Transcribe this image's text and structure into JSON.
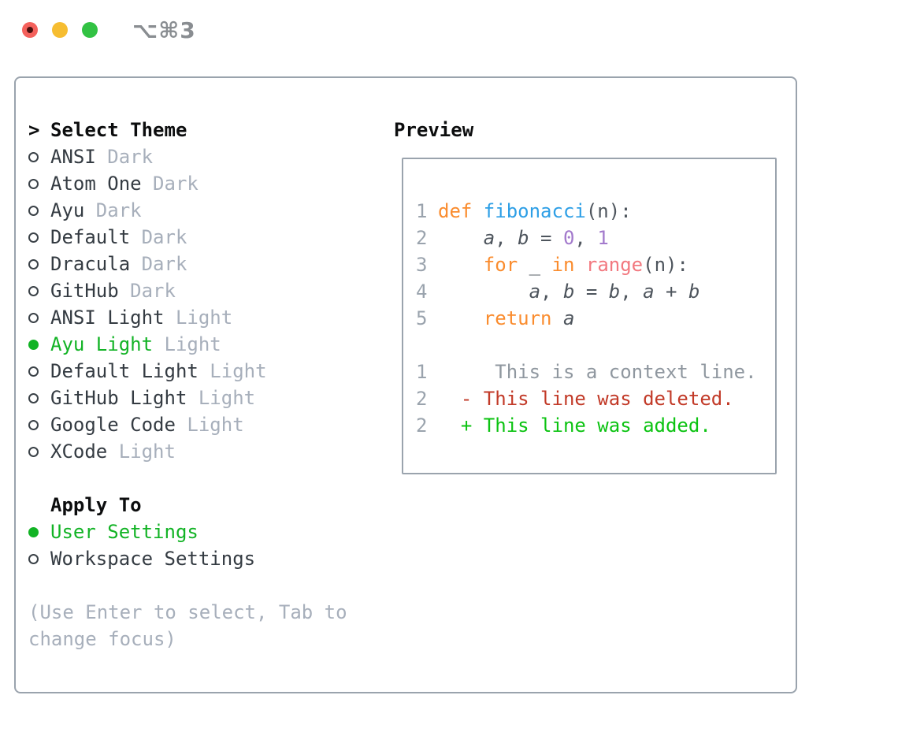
{
  "window": {
    "title": "⌥⌘3",
    "traffic_lights": [
      {
        "name": "close",
        "color": "#f4615c",
        "dot": "#4a100e"
      },
      {
        "name": "minimize",
        "color": "#f6bd31"
      },
      {
        "name": "zoom",
        "color": "#32c243"
      }
    ]
  },
  "colors": {
    "border": "#9aa3ad",
    "heading": "#0c0d0e",
    "item_text": "#343b42",
    "muted": "#a7afbb",
    "select_green": "#12b325",
    "lineno": "#9aa3ad",
    "code_fg": "#4e555d",
    "keyword": "#fa8c2e",
    "function": "#2e9fe6",
    "call": "#f2787f",
    "number": "#a37acc",
    "context": "#8f979f",
    "deleted": "#c23a28",
    "added": "#0cc312",
    "titlebar_text": "#898d91"
  },
  "theme_panel": {
    "prompt": ">",
    "title": "Select Theme",
    "themes": [
      {
        "name": "ANSI",
        "variant": "Dark",
        "selected": false
      },
      {
        "name": "Atom One",
        "variant": "Dark",
        "selected": false
      },
      {
        "name": "Ayu",
        "variant": "Dark",
        "selected": false
      },
      {
        "name": "Default",
        "variant": "Dark",
        "selected": false
      },
      {
        "name": "Dracula",
        "variant": "Dark",
        "selected": false
      },
      {
        "name": "GitHub",
        "variant": "Dark",
        "selected": false
      },
      {
        "name": "ANSI Light",
        "variant": "Light",
        "selected": false
      },
      {
        "name": "Ayu Light",
        "variant": "Light",
        "selected": true
      },
      {
        "name": "Default Light",
        "variant": "Light",
        "selected": false
      },
      {
        "name": "GitHub Light",
        "variant": "Light",
        "selected": false
      },
      {
        "name": "Google Code",
        "variant": "Light",
        "selected": false
      },
      {
        "name": "XCode",
        "variant": "Light",
        "selected": false
      }
    ],
    "apply_to": {
      "title": "Apply To",
      "options": [
        {
          "label": "User Settings",
          "selected": true
        },
        {
          "label": "Workspace Settings",
          "selected": false
        }
      ]
    },
    "help": "(Use Enter to select, Tab to change focus)"
  },
  "preview": {
    "title": "Preview",
    "code_lines": [
      {
        "no": "1",
        "tokens": [
          {
            "c": "kw",
            "t": "def "
          },
          {
            "c": "fn",
            "t": "fibonacci"
          },
          {
            "c": "fg",
            "t": "(n):"
          }
        ]
      },
      {
        "no": "2",
        "tokens": [
          {
            "c": "fg",
            "t": "    "
          },
          {
            "c": "var",
            "t": "a"
          },
          {
            "c": "fg",
            "t": ", "
          },
          {
            "c": "var",
            "t": "b"
          },
          {
            "c": "fg",
            "t": " = "
          },
          {
            "c": "num",
            "t": "0"
          },
          {
            "c": "fg",
            "t": ", "
          },
          {
            "c": "num",
            "t": "1"
          }
        ]
      },
      {
        "no": "3",
        "tokens": [
          {
            "c": "fg",
            "t": "    "
          },
          {
            "c": "kw",
            "t": "for"
          },
          {
            "c": "fg",
            "t": " _ "
          },
          {
            "c": "kw",
            "t": "in"
          },
          {
            "c": "fg",
            "t": " "
          },
          {
            "c": "call",
            "t": "range"
          },
          {
            "c": "fg",
            "t": "(n):"
          }
        ]
      },
      {
        "no": "4",
        "tokens": [
          {
            "c": "fg",
            "t": "        "
          },
          {
            "c": "var",
            "t": "a"
          },
          {
            "c": "fg",
            "t": ", "
          },
          {
            "c": "var",
            "t": "b"
          },
          {
            "c": "fg",
            "t": " = "
          },
          {
            "c": "var",
            "t": "b"
          },
          {
            "c": "fg",
            "t": ", "
          },
          {
            "c": "var",
            "t": "a"
          },
          {
            "c": "fg",
            "t": " + "
          },
          {
            "c": "var",
            "t": "b"
          }
        ]
      },
      {
        "no": "5",
        "tokens": [
          {
            "c": "fg",
            "t": "    "
          },
          {
            "c": "kw",
            "t": "return"
          },
          {
            "c": "fg",
            "t": " "
          },
          {
            "c": "var",
            "t": "a"
          }
        ]
      }
    ],
    "diff_lines": [
      {
        "no": "1",
        "c": "ctx",
        "t": "     This is a context line."
      },
      {
        "no": "2",
        "c": "del",
        "t": "  - This line was deleted."
      },
      {
        "no": "2",
        "c": "add",
        "t": "  + This line was added."
      }
    ]
  }
}
